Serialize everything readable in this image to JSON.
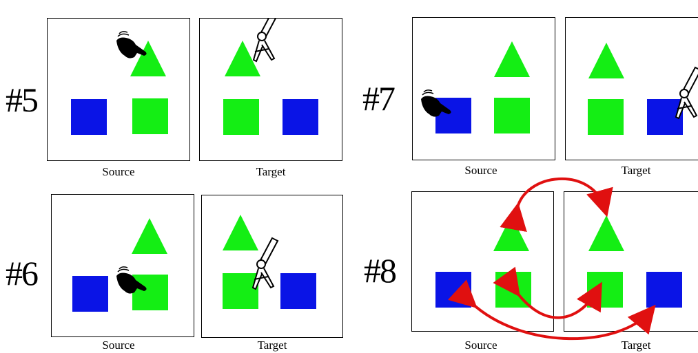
{
  "panels": [
    {
      "id": "5",
      "label": "#5",
      "source_caption": "Source",
      "target_caption": "Target"
    },
    {
      "id": "6",
      "label": "#6",
      "source_caption": "Source",
      "target_caption": "Target"
    },
    {
      "id": "7",
      "label": "#7",
      "source_caption": "Source",
      "target_caption": "Target"
    },
    {
      "id": "8",
      "label": "#8",
      "source_caption": "Source",
      "target_caption": "Target"
    }
  ],
  "colors": {
    "green": "#14ee14",
    "blue": "#0a14e6",
    "arrow": "#e01010",
    "border": "#000000"
  },
  "icons": {
    "source_pointer": "pointing-hand-icon",
    "target_pointer": "robot-gripper-icon"
  }
}
